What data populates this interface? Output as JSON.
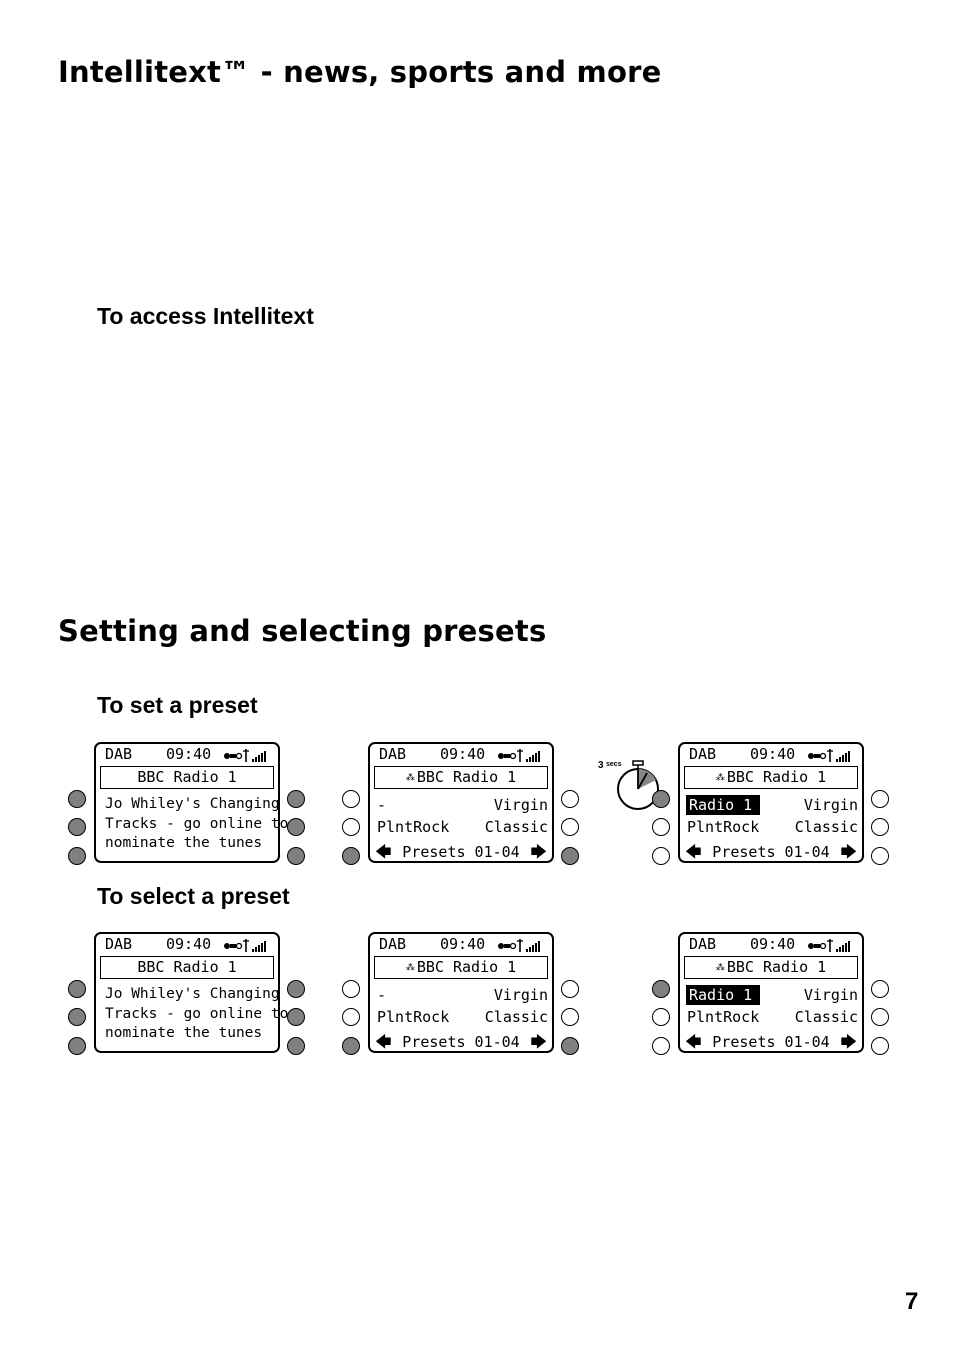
{
  "section1": {
    "title": "Intellitext™ - news, sports and more",
    "subheading": "To access Intellitext"
  },
  "section2": {
    "title": "Setting and selecting presets",
    "sub_set": "To set a preset",
    "sub_select": "To select a preset"
  },
  "page_number": "7",
  "timer_label": "3 secs",
  "displays": {
    "info": {
      "mode": "DAB",
      "time": "09:40",
      "station": "BBC Radio 1",
      "dls": [
        "Jo Whiley's Changing",
        "Tracks  - go online to",
        "nominate the tunes"
      ]
    },
    "presets": {
      "mode": "DAB",
      "time": "09:40",
      "station": "BBC Radio 1",
      "row1_left": "-",
      "row1_right": "Virgin",
      "row2_left": "PlntRock",
      "row2_right": "Classic",
      "nav": "Presets 01-04"
    },
    "presets_saved": {
      "mode": "DAB",
      "time": "09:40",
      "station": "BBC Radio 1",
      "row1_left": "Radio 1",
      "row1_right": "Virgin",
      "row2_left": "PlntRock",
      "row2_right": "Classic",
      "nav": "Presets 01-04"
    }
  }
}
